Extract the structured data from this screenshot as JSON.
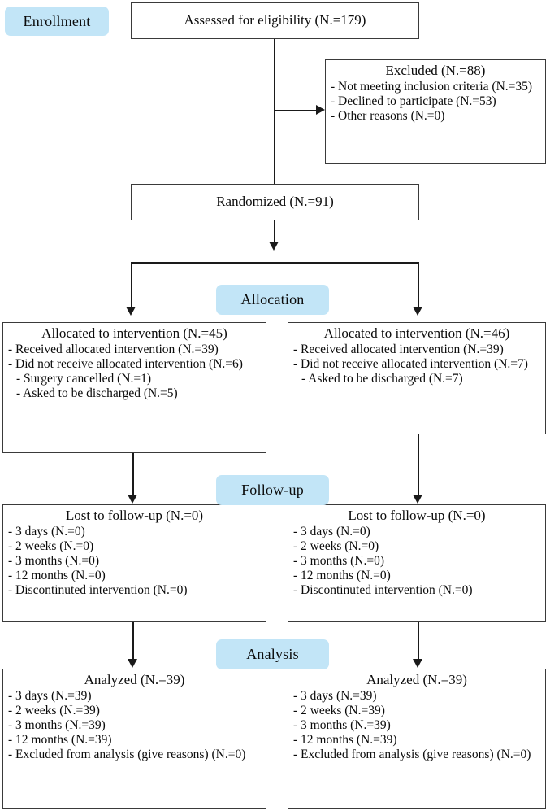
{
  "diagram": {
    "type": "consort-flow-diagram",
    "accent_color": "#c2e5f7",
    "line_color": "#1a1a1a",
    "box_border_color": "#3a3a3a"
  },
  "stages": {
    "enrollment": "Enrollment",
    "allocation": "Allocation",
    "followup": "Follow-up",
    "analysis": "Analysis"
  },
  "enrollment": {
    "assessed": {
      "title": "Assessed for eligibility (N.=179)"
    },
    "excluded": {
      "title": "Excluded (N.=88)",
      "items": [
        "- Not meeting inclusion criteria (N.=35)",
        "- Declined to participate (N.=53)",
        "- Other reasons (N.=0)"
      ]
    },
    "randomized": {
      "title": "Randomized (N.=91)"
    }
  },
  "allocation": {
    "left": {
      "title": "Allocated to intervention (N.=45)",
      "items": [
        "- Received allocated intervention (N.=39)",
        "- Did not receive allocated intervention (N.=6)"
      ],
      "subitems": [
        "- Surgery cancelled (N.=1)",
        "- Asked to be discharged (N.=5)"
      ]
    },
    "right": {
      "title": "Allocated to intervention (N.=46)",
      "items": [
        "- Received allocated intervention (N.=39)",
        "- Did not receive allocated intervention (N.=7)"
      ],
      "subitems": [
        "- Asked to be discharged (N.=7)"
      ]
    }
  },
  "followup": {
    "left": {
      "title": "Lost to follow-up (N.=0)",
      "items": [
        "- 3 days (N.=0)",
        "- 2 weeks (N.=0)",
        "- 3 months (N.=0)",
        "- 12 months (N.=0)",
        "- Discontinuted intervention (N.=0)"
      ]
    },
    "right": {
      "title": "Lost to follow-up (N.=0)",
      "items": [
        "- 3 days (N.=0)",
        "- 2 weeks (N.=0)",
        "- 3 months (N.=0)",
        "- 12 months (N.=0)",
        "- Discontinuted intervention (N.=0)"
      ]
    }
  },
  "analysis": {
    "left": {
      "title": "Analyzed (N.=39)",
      "items": [
        "- 3 days (N.=39)",
        "- 2 weeks (N.=39)",
        "- 3 months (N.=39)",
        "- 12 months (N.=39)",
        "- Excluded from analysis (give reasons) (N.=0)"
      ]
    },
    "right": {
      "title": "Analyzed (N.=39)",
      "items": [
        "- 3 days (N.=39)",
        "- 2 weeks (N.=39)",
        "- 3 months (N.=39)",
        "- 12 months (N.=39)",
        "- Excluded from analysis (give reasons) (N.=0)"
      ]
    }
  }
}
